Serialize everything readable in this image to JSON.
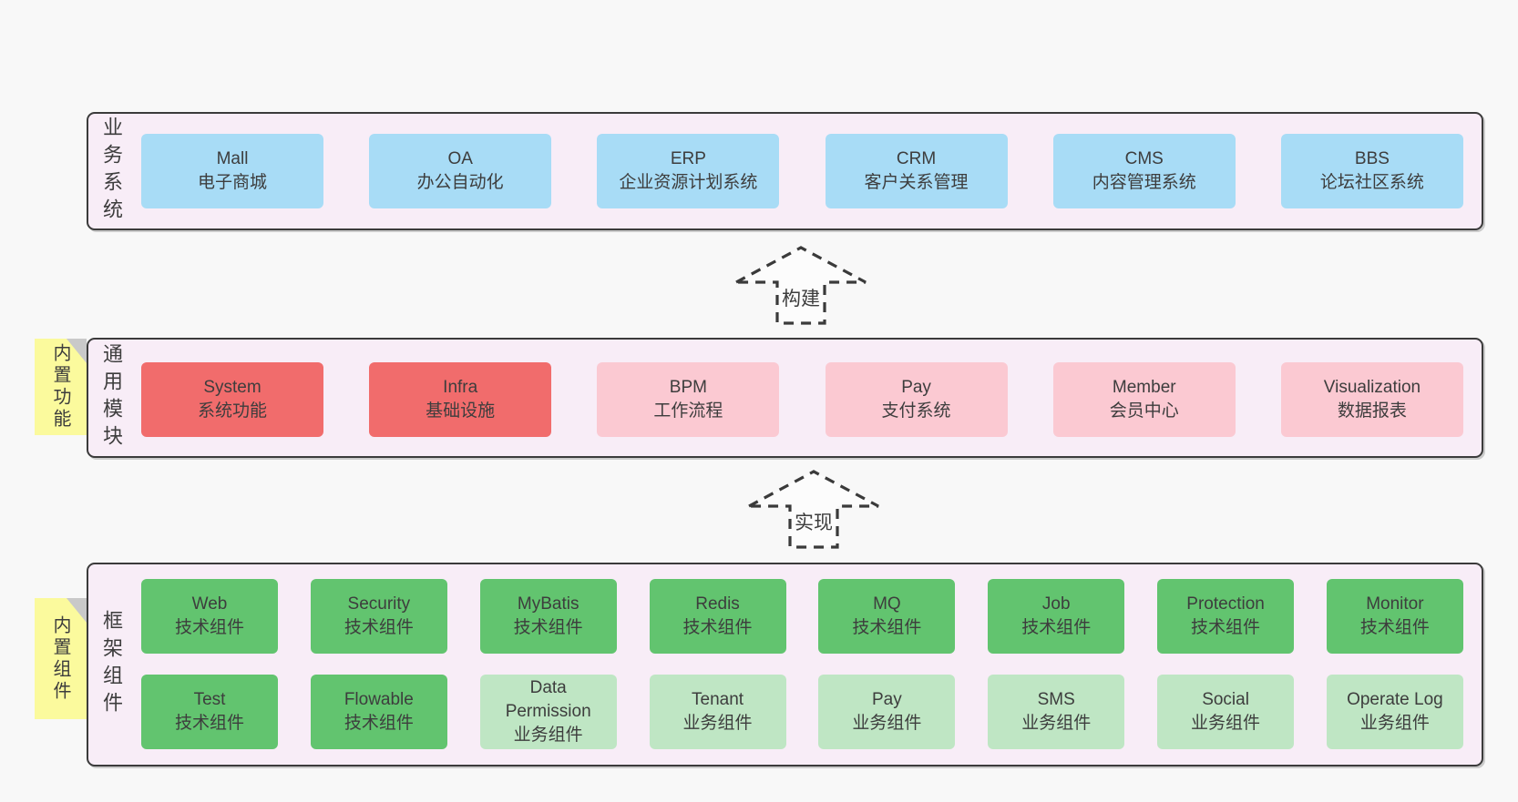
{
  "colors": {
    "page_bg": "#f8f8f8",
    "panel_bg": "#f8edf7",
    "panel_border": "#3b3b3b",
    "text": "#3d3d3d",
    "blue": "#a8dcf6",
    "red": "#f16c6c",
    "pink": "#fbc9d2",
    "green": "#62c46f",
    "light_green": "#bfe6c4",
    "note_bg": "#fbfa9d",
    "note_fold": "#c9c9c9"
  },
  "arrows": [
    {
      "label": "构建"
    },
    {
      "label": "实现"
    }
  ],
  "sections": [
    {
      "label": "业务系统",
      "rows": [
        [
          {
            "name": "Mall",
            "desc": "电子商城",
            "variant": "blue"
          },
          {
            "name": "OA",
            "desc": "办公自动化",
            "variant": "blue"
          },
          {
            "name": "ERP",
            "desc": "企业资源计划系统",
            "variant": "blue"
          },
          {
            "name": "CRM",
            "desc": "客户关系管理",
            "variant": "blue"
          },
          {
            "name": "CMS",
            "desc": "内容管理系统",
            "variant": "blue"
          },
          {
            "name": "BBS",
            "desc": "论坛社区系统",
            "variant": "blue"
          }
        ]
      ]
    },
    {
      "label": "通用模块",
      "note": "内置功能",
      "rows": [
        [
          {
            "name": "System",
            "desc": "系统功能",
            "variant": "red"
          },
          {
            "name": "Infra",
            "desc": "基础设施",
            "variant": "red"
          },
          {
            "name": "BPM",
            "desc": "工作流程",
            "variant": "pink"
          },
          {
            "name": "Pay",
            "desc": "支付系统",
            "variant": "pink"
          },
          {
            "name": "Member",
            "desc": "会员中心",
            "variant": "pink"
          },
          {
            "name": "Visualization",
            "desc": "数据报表",
            "variant": "pink"
          }
        ]
      ]
    },
    {
      "label": "框架组件",
      "note": "内置组件",
      "rows": [
        [
          {
            "name": "Web",
            "desc": "技术组件",
            "variant": "green"
          },
          {
            "name": "Security",
            "desc": "技术组件",
            "variant": "green"
          },
          {
            "name": "MyBatis",
            "desc": "技术组件",
            "variant": "green"
          },
          {
            "name": "Redis",
            "desc": "技术组件",
            "variant": "green"
          },
          {
            "name": "MQ",
            "desc": "技术组件",
            "variant": "green"
          },
          {
            "name": "Job",
            "desc": "技术组件",
            "variant": "green"
          },
          {
            "name": "Protection",
            "desc": "技术组件",
            "variant": "green"
          },
          {
            "name": "Monitor",
            "desc": "技术组件",
            "variant": "green"
          }
        ],
        [
          {
            "name": "Test",
            "desc": "技术组件",
            "variant": "green"
          },
          {
            "name": "Flowable",
            "desc": "技术组件",
            "variant": "green"
          },
          {
            "name": "Data\nPermission",
            "desc": "业务组件",
            "variant": "light-green"
          },
          {
            "name": "Tenant",
            "desc": "业务组件",
            "variant": "light-green"
          },
          {
            "name": "Pay",
            "desc": "业务组件",
            "variant": "light-green"
          },
          {
            "name": "SMS",
            "desc": "业务组件",
            "variant": "light-green"
          },
          {
            "name": "Social",
            "desc": "业务组件",
            "variant": "light-green"
          },
          {
            "name": "Operate Log",
            "desc": "业务组件",
            "variant": "light-green"
          }
        ]
      ]
    }
  ]
}
